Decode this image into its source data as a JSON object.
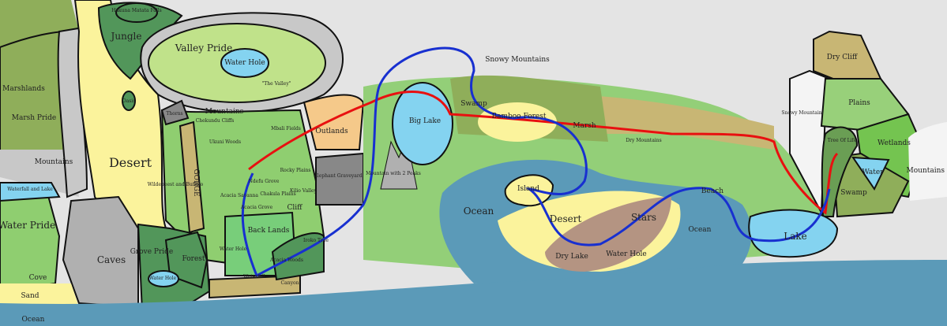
{
  "title": "Fantasy map of the Pride Lands and surroundings",
  "colors": {
    "ocean": "#5b9ab8",
    "water": "#84d3f0",
    "desert": "#fbf39c",
    "grass": "#93cf78",
    "mountain": "#c4c4c4",
    "route_red": "#e81010",
    "route_blue": "#1830d0"
  },
  "labels": {
    "hakuna_matata": "Hakuna Matata Falls",
    "jungle": "Jungle",
    "valley_pride": "Valley Pride",
    "water_hole_valley": "Water Hole",
    "the_valley": "\"The Valley\"",
    "marshlands": "Marshlands",
    "marsh_pride": "Marsh Pride",
    "oasis": "Oasis",
    "desert_west": "Desert",
    "mountains_west": "Mountains",
    "waterfall_lake": "Waterfall and Lake",
    "water_pride": "Water Pride",
    "cove": "Cove",
    "sand": "Sand",
    "ocean_sw": "Ocean",
    "caves": "Caves",
    "grove_pride": "Grove Pride",
    "forest": "Forest",
    "water_hole_grove": "Water Hole",
    "thorns": "Thorns",
    "mountains_mid": "Mountains",
    "gorge": "GORGE",
    "wildebeest": "Wildebeest and Buffalo",
    "chekundu": "Chekundu Cliffs",
    "ukuni": "Ukuni Woods",
    "mbali": "Mbali Fields",
    "ndefu": "Ndefu Grove",
    "rocky": "Rocky Plains",
    "kilio": "Kilio Valley",
    "chakula": "Chakula Plains",
    "acacia_savanna": "Acacia Savanna",
    "acacia_grove": "Acacia Grove",
    "cliff": "Cliff",
    "back_lands": "Back Lands",
    "water_hole_back": "Water Hole",
    "waterfall": "Waterfall",
    "acacia_woods": "Acacia Woods",
    "iroko": "Iroko Tree",
    "canyon": "Canyon",
    "outlands": "Outlands",
    "elephant": "Elephant Graveyard",
    "mountain_peaks": "Mountain with 2 Peaks",
    "big_lake": "Big Lake",
    "snowy_mountains": "Snowy Mountains",
    "swamp_n": "Swamp",
    "bamboo": "Bamboo Forest",
    "marsh": "Marsh",
    "dry_mountains": "Dry Mountains",
    "ocean_mid": "Ocean",
    "island": "Island",
    "desert_east": "Desert",
    "stars": "Stars",
    "dry_lake": "Dry Lake",
    "water_hole_east": "Water Hole",
    "beach": "Beach",
    "ocean_east": "Ocean",
    "lake": "Lake",
    "dry_cliff": "Dry Cliff",
    "snowy_mountain": "Snowy Mountain",
    "plains": "Plains",
    "tree_of_life": "Tree Of Life",
    "wetlands": "Wetlands",
    "water_east": "Water",
    "swamp_e": "Swamp",
    "mountains_east": "Mountains"
  }
}
